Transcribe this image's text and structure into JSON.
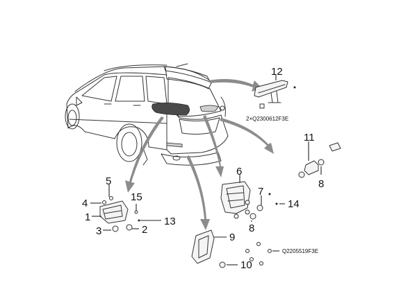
{
  "callouts": {
    "c1": "1",
    "c2": "2",
    "c3": "3",
    "c4": "4",
    "c5": "5",
    "c6": "6",
    "c7": "7",
    "c8a": "8",
    "c8b": "8",
    "c9": "9",
    "c10": "10",
    "c11": "11",
    "c12": "12",
    "c13": "13",
    "c14": "14",
    "c15": "15"
  },
  "codes": {
    "rear_brake_lamp_bolt": "2×Q2300612F3E",
    "rear_bumper_lamp_nut": "Q2205519F3E"
  },
  "colors": {
    "arrow": "#8c8c8c",
    "lamp_lens": "#4a4a4a",
    "outline": "#333333"
  }
}
